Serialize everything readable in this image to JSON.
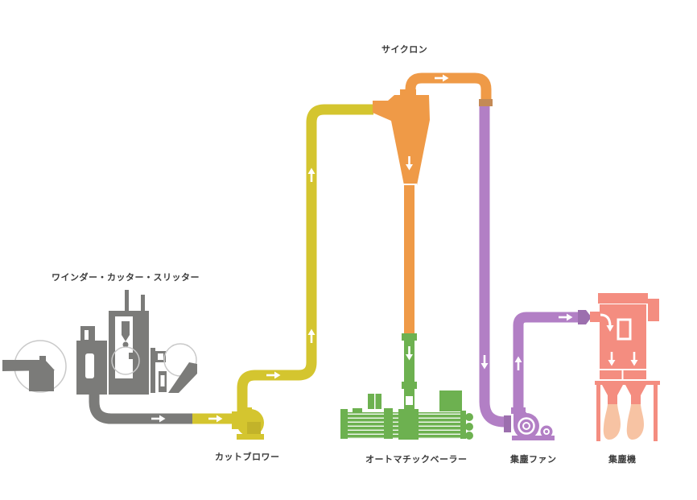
{
  "diagram": {
    "title": "recycling / dust-collection line flow diagram",
    "nodes": [
      {
        "id": "winder-cutter-slitter",
        "label": "ワインダー・カッター・スリッター",
        "color": "#7b7b79"
      },
      {
        "id": "cut-blower",
        "label": "カットブロワー",
        "color": "#d4c52f"
      },
      {
        "id": "cyclone",
        "label": "サイクロン",
        "color": "#ef9a47"
      },
      {
        "id": "automatic-baler",
        "label": "オートマチックベーラー",
        "color": "#6db150"
      },
      {
        "id": "dust-fan",
        "label": "集塵ファン",
        "color": "#b27fc5"
      },
      {
        "id": "dust-collector",
        "label": "集塵機",
        "color": "#f48d80"
      }
    ],
    "flow": "winder-cutter-slitter → cut-blower → cyclone → automatic-baler; cyclone → dust-fan → dust-collector",
    "icons": {
      "flow_arrow": "→"
    }
  },
  "colors": {
    "bg": "#ffffff",
    "machine-gray": "#7b7b79",
    "circle-gray": "#c9c9c9",
    "pipe-yellow": "#d4c52f",
    "blower-yellow-dark": "#c2b32a",
    "pipe-orange": "#ef9a47",
    "flange-tan": "#c48a55",
    "pipe-green": "#6db150",
    "pipe-purple": "#b27fc5",
    "flange-purple": "#9c6fae",
    "pink": "#f48d80",
    "peach": "#f7c3a3",
    "label-color": "#3a3a3a"
  }
}
